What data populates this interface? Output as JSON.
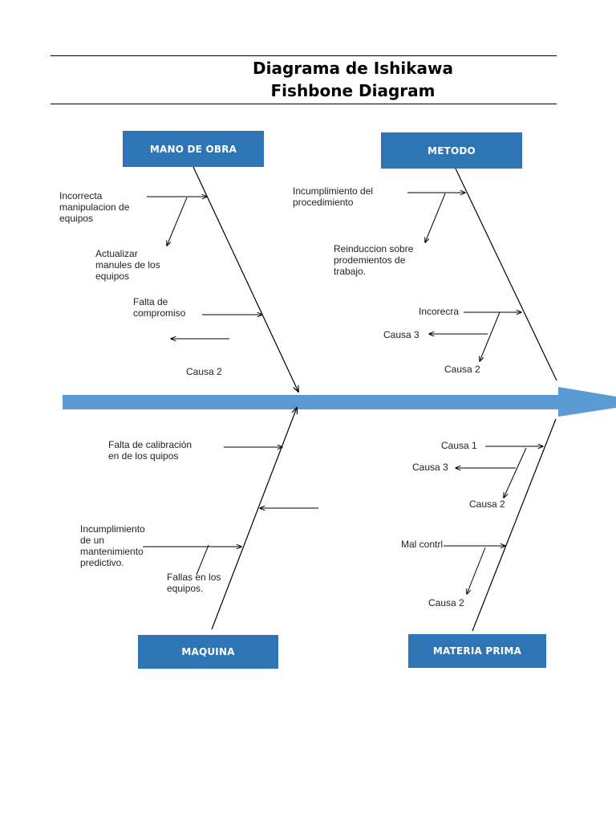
{
  "title": {
    "line1": "Diagrama de Ishikawa",
    "line2": "Fishbone Diagram"
  },
  "categories": {
    "mano_de_obra": "MANO DE OBRA",
    "metodo": "METODO",
    "maquina": "MAQUINA",
    "materia_prima": "MATERIA PRIMA"
  },
  "causes": {
    "mano_de_obra": {
      "c1": "Incorrecta\nmanipulacion de\nequipos",
      "c2": "Actualizar\nmanules de los\nequipos",
      "c3": "Falta de\ncompromiso",
      "c4": "Causa 2"
    },
    "metodo": {
      "c1": "Incumplimiento del\nprocedimiento",
      "c2": "Reinduccion sobre\nprodemientos de\ntrabajo.",
      "c3": "Incorecra",
      "c4": "Causa 3",
      "c5": "Causa 2"
    },
    "maquina": {
      "c1": "Falta de calibración\nen de los quipos",
      "c2": "Incumplimiento\nde un\nmantenimiento\npredictivo.",
      "c3": "Fallas en los\nequipos."
    },
    "materia_prima": {
      "c1": "Causa 1",
      "c2": "Causa 3",
      "c3": "Causa 2",
      "c4": "Mal contrl",
      "c5": "Causa 2"
    }
  },
  "colors": {
    "box": "#2e75b6",
    "spine": "#5b9bd5"
  }
}
